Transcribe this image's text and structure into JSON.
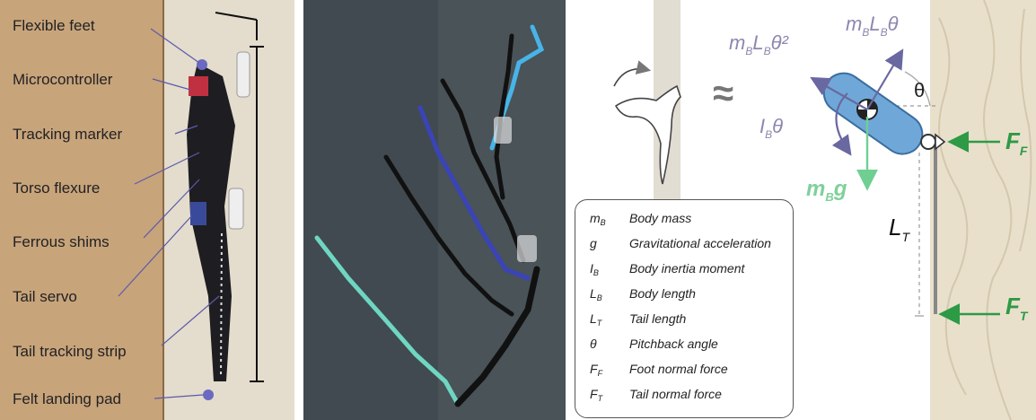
{
  "panel_a": {
    "labels": [
      "Flexible feet",
      "Microcontroller",
      "Tracking marker",
      "Torso flexure",
      "Ferrous shims",
      "Tail servo",
      "Tail tracking strip",
      "Felt landing pad"
    ]
  },
  "panel_c": {
    "approx_symbol": "≈",
    "theta_label": "θ",
    "force_foot": {
      "main": "F",
      "sub": "F"
    },
    "force_tail": {
      "main": "F",
      "sub": "T"
    },
    "tail_length": {
      "main": "L",
      "sub": "T"
    },
    "gravity": {
      "m": "m",
      "sub": "B",
      "g": "g"
    },
    "inertia": {
      "main": "I",
      "sub": "B",
      "theta": "θ"
    },
    "centripetal": {
      "m": "m",
      "sub": "B",
      "L": "L",
      "sub2": "B",
      "tail": "θ²"
    },
    "tangential": {
      "m": "m",
      "sub": "B",
      "L": "L",
      "sub2": "B",
      "tail": "θ"
    },
    "colors": {
      "body": "#6fa8d8",
      "green": "#2d9a45",
      "lightgreen": "#7fd09a",
      "gray_purple": "#8a88b0"
    }
  },
  "legend": [
    {
      "sym": "m",
      "sub": "B",
      "desc": "Body mass"
    },
    {
      "sym": "g",
      "sub": "",
      "desc": "Gravitational acceleration"
    },
    {
      "sym": "I",
      "sub": "B",
      "desc": "Body inertia moment"
    },
    {
      "sym": "L",
      "sub": "B",
      "desc": "Body length"
    },
    {
      "sym": "L",
      "sub": "T",
      "desc": "Tail length"
    },
    {
      "sym": "θ",
      "sub": "",
      "desc": "Pitchback angle"
    },
    {
      "sym": "F",
      "sub": "F",
      "desc": "Foot normal force"
    },
    {
      "sym": "F",
      "sub": "T",
      "desc": "Tail normal force"
    }
  ]
}
